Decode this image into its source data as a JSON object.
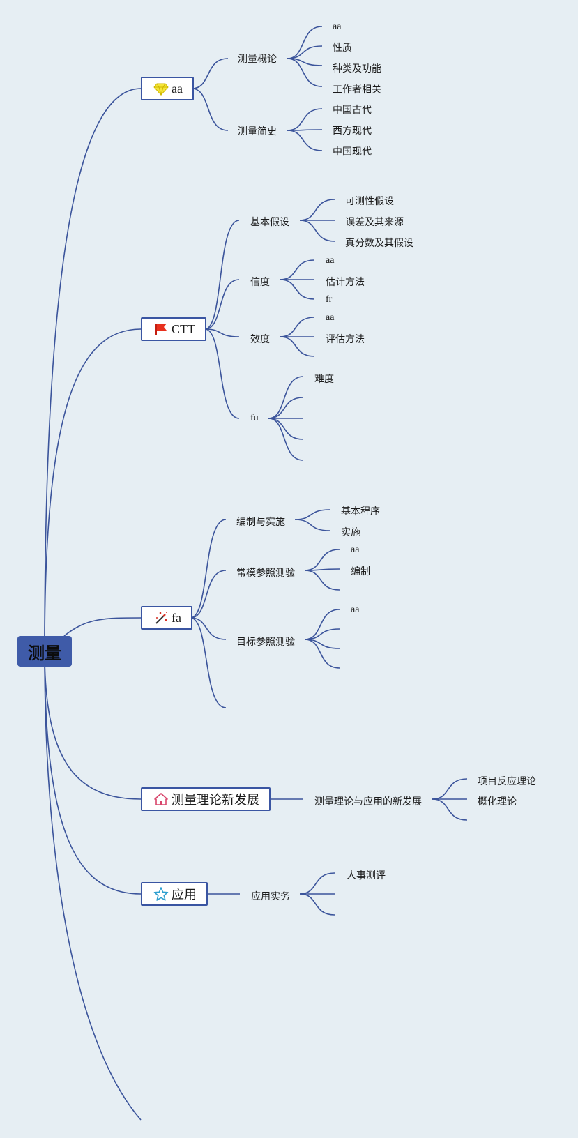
{
  "root": {
    "label": "测量"
  },
  "topics": {
    "t1": {
      "label": "aa",
      "icon": "gem-icon",
      "s1": {
        "label": "测量概论",
        "leaves": [
          "aa",
          "性质",
          "种类及功能",
          "工作者相关"
        ]
      },
      "s2": {
        "label": "测量简史",
        "leaves": [
          "中国古代",
          "西方现代",
          "中国现代"
        ]
      }
    },
    "t2": {
      "label": "CTT",
      "icon": "flag-icon",
      "s1": {
        "label": "基本假设",
        "leaves": [
          "可测性假设",
          "误差及其来源",
          "真分数及其假设"
        ]
      },
      "s2": {
        "label": "信度",
        "leaves": [
          "aa",
          "估计方法",
          "fr"
        ]
      },
      "s3": {
        "label": "效度",
        "leaves": [
          "aa",
          "评估方法",
          ""
        ]
      },
      "s4": {
        "label": "fu",
        "leaves": [
          "难度",
          "",
          "",
          "",
          ""
        ]
      }
    },
    "t3": {
      "label": "fa",
      "icon": "magic-wand-icon",
      "s1": {
        "label": "编制与实施",
        "leaves": [
          "基本程序",
          "实施"
        ]
      },
      "s2": {
        "label": "常模参照测验",
        "leaves": [
          "aa",
          "编制",
          ""
        ]
      },
      "s3": {
        "label": "目标参照测验",
        "leaves": [
          "aa",
          "",
          "",
          ""
        ]
      },
      "s4": {
        "label": ""
      }
    },
    "t4": {
      "label": "测量理论新发展",
      "icon": "home-icon",
      "s1": {
        "label": "测量理论与应用的新发展",
        "leaves": [
          "项目反应理论",
          "概化理论",
          ""
        ]
      }
    },
    "t5": {
      "label": "应用",
      "icon": "star-icon",
      "s1": {
        "label": "应用实务",
        "leaves": [
          "人事测评",
          "",
          ""
        ]
      }
    }
  },
  "colors": {
    "line": "#3b549b",
    "background": "#e6eef3",
    "root_fill": "#3f5ba8",
    "box_border": "#3a55a2"
  }
}
